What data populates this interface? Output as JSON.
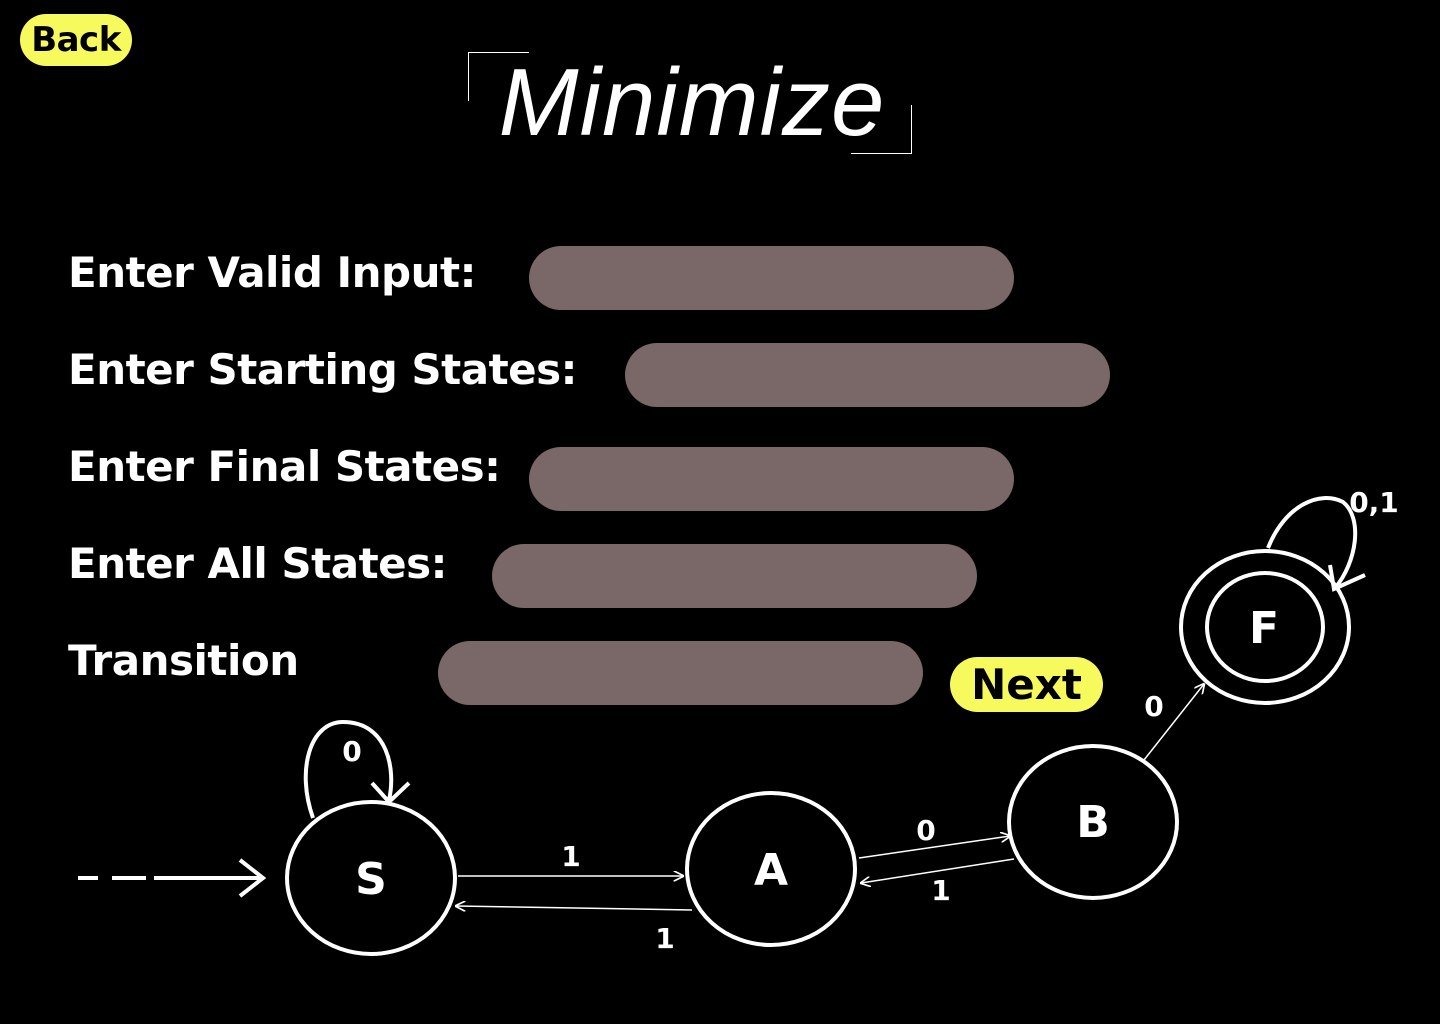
{
  "nav": {
    "back_label": "Back"
  },
  "page": {
    "title": "Minimize"
  },
  "form": {
    "fields": [
      {
        "label": "Enter Valid Input:",
        "value": ""
      },
      {
        "label": "Enter Starting States:",
        "value": ""
      },
      {
        "label": "Enter Final States:",
        "value": ""
      },
      {
        "label": "Enter All States:",
        "value": ""
      },
      {
        "label": "Transition",
        "value": ""
      }
    ],
    "next_label": "Next"
  },
  "diagram": {
    "states": [
      {
        "name": "S",
        "initial": true
      },
      {
        "name": "A"
      },
      {
        "name": "B"
      },
      {
        "name": "F",
        "accepting": true
      }
    ],
    "transitions": [
      {
        "from": "S",
        "to": "S",
        "label": "0"
      },
      {
        "from": "S",
        "to": "A",
        "label": "1"
      },
      {
        "from": "A",
        "to": "S",
        "label": "1"
      },
      {
        "from": "A",
        "to": "B",
        "label": "0"
      },
      {
        "from": "B",
        "to": "A",
        "label": "1"
      },
      {
        "from": "B",
        "to": "F",
        "label": "0"
      },
      {
        "from": "F",
        "to": "F",
        "label": "0,1"
      }
    ]
  },
  "colors": {
    "background": "#000000",
    "accent": "#f7fa5c",
    "input_fill": "#7a6767",
    "text": "#ffffff"
  }
}
